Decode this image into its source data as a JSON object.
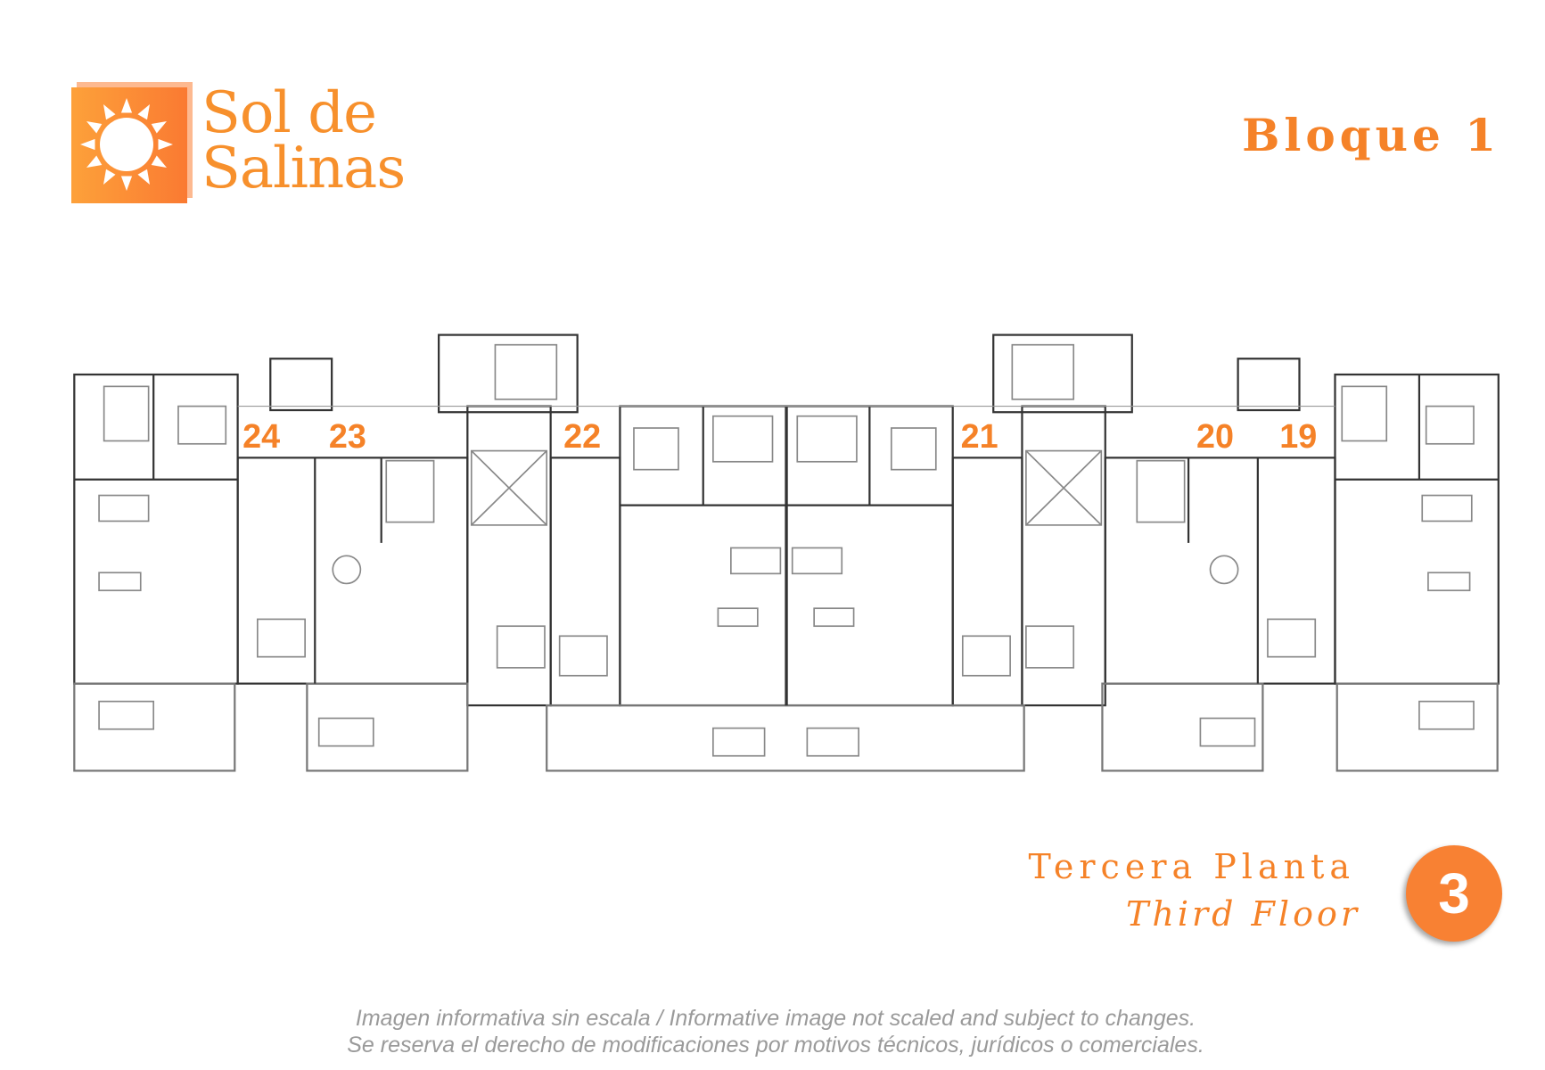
{
  "logo": {
    "line1": "Sol de",
    "line2": "Salinas",
    "colors": {
      "box": "#fa8a34",
      "text": "#f7902c"
    },
    "icon": "sun-icon"
  },
  "header": {
    "block_title": "Bloque 1"
  },
  "plan": {
    "unit_numbers": [
      "24",
      "23",
      "22",
      "21",
      "20",
      "19"
    ]
  },
  "floor": {
    "label_es": "Tercera Planta",
    "label_en": "Third Floor",
    "number": "3",
    "accent": "#f88133"
  },
  "footer": {
    "line1": "Imagen informativa sin escala /  Informative image not scaled and subject to changes.",
    "line2": "Se reserva el derecho de modificaciones por motivos técnicos, jurídicos o comerciales."
  }
}
